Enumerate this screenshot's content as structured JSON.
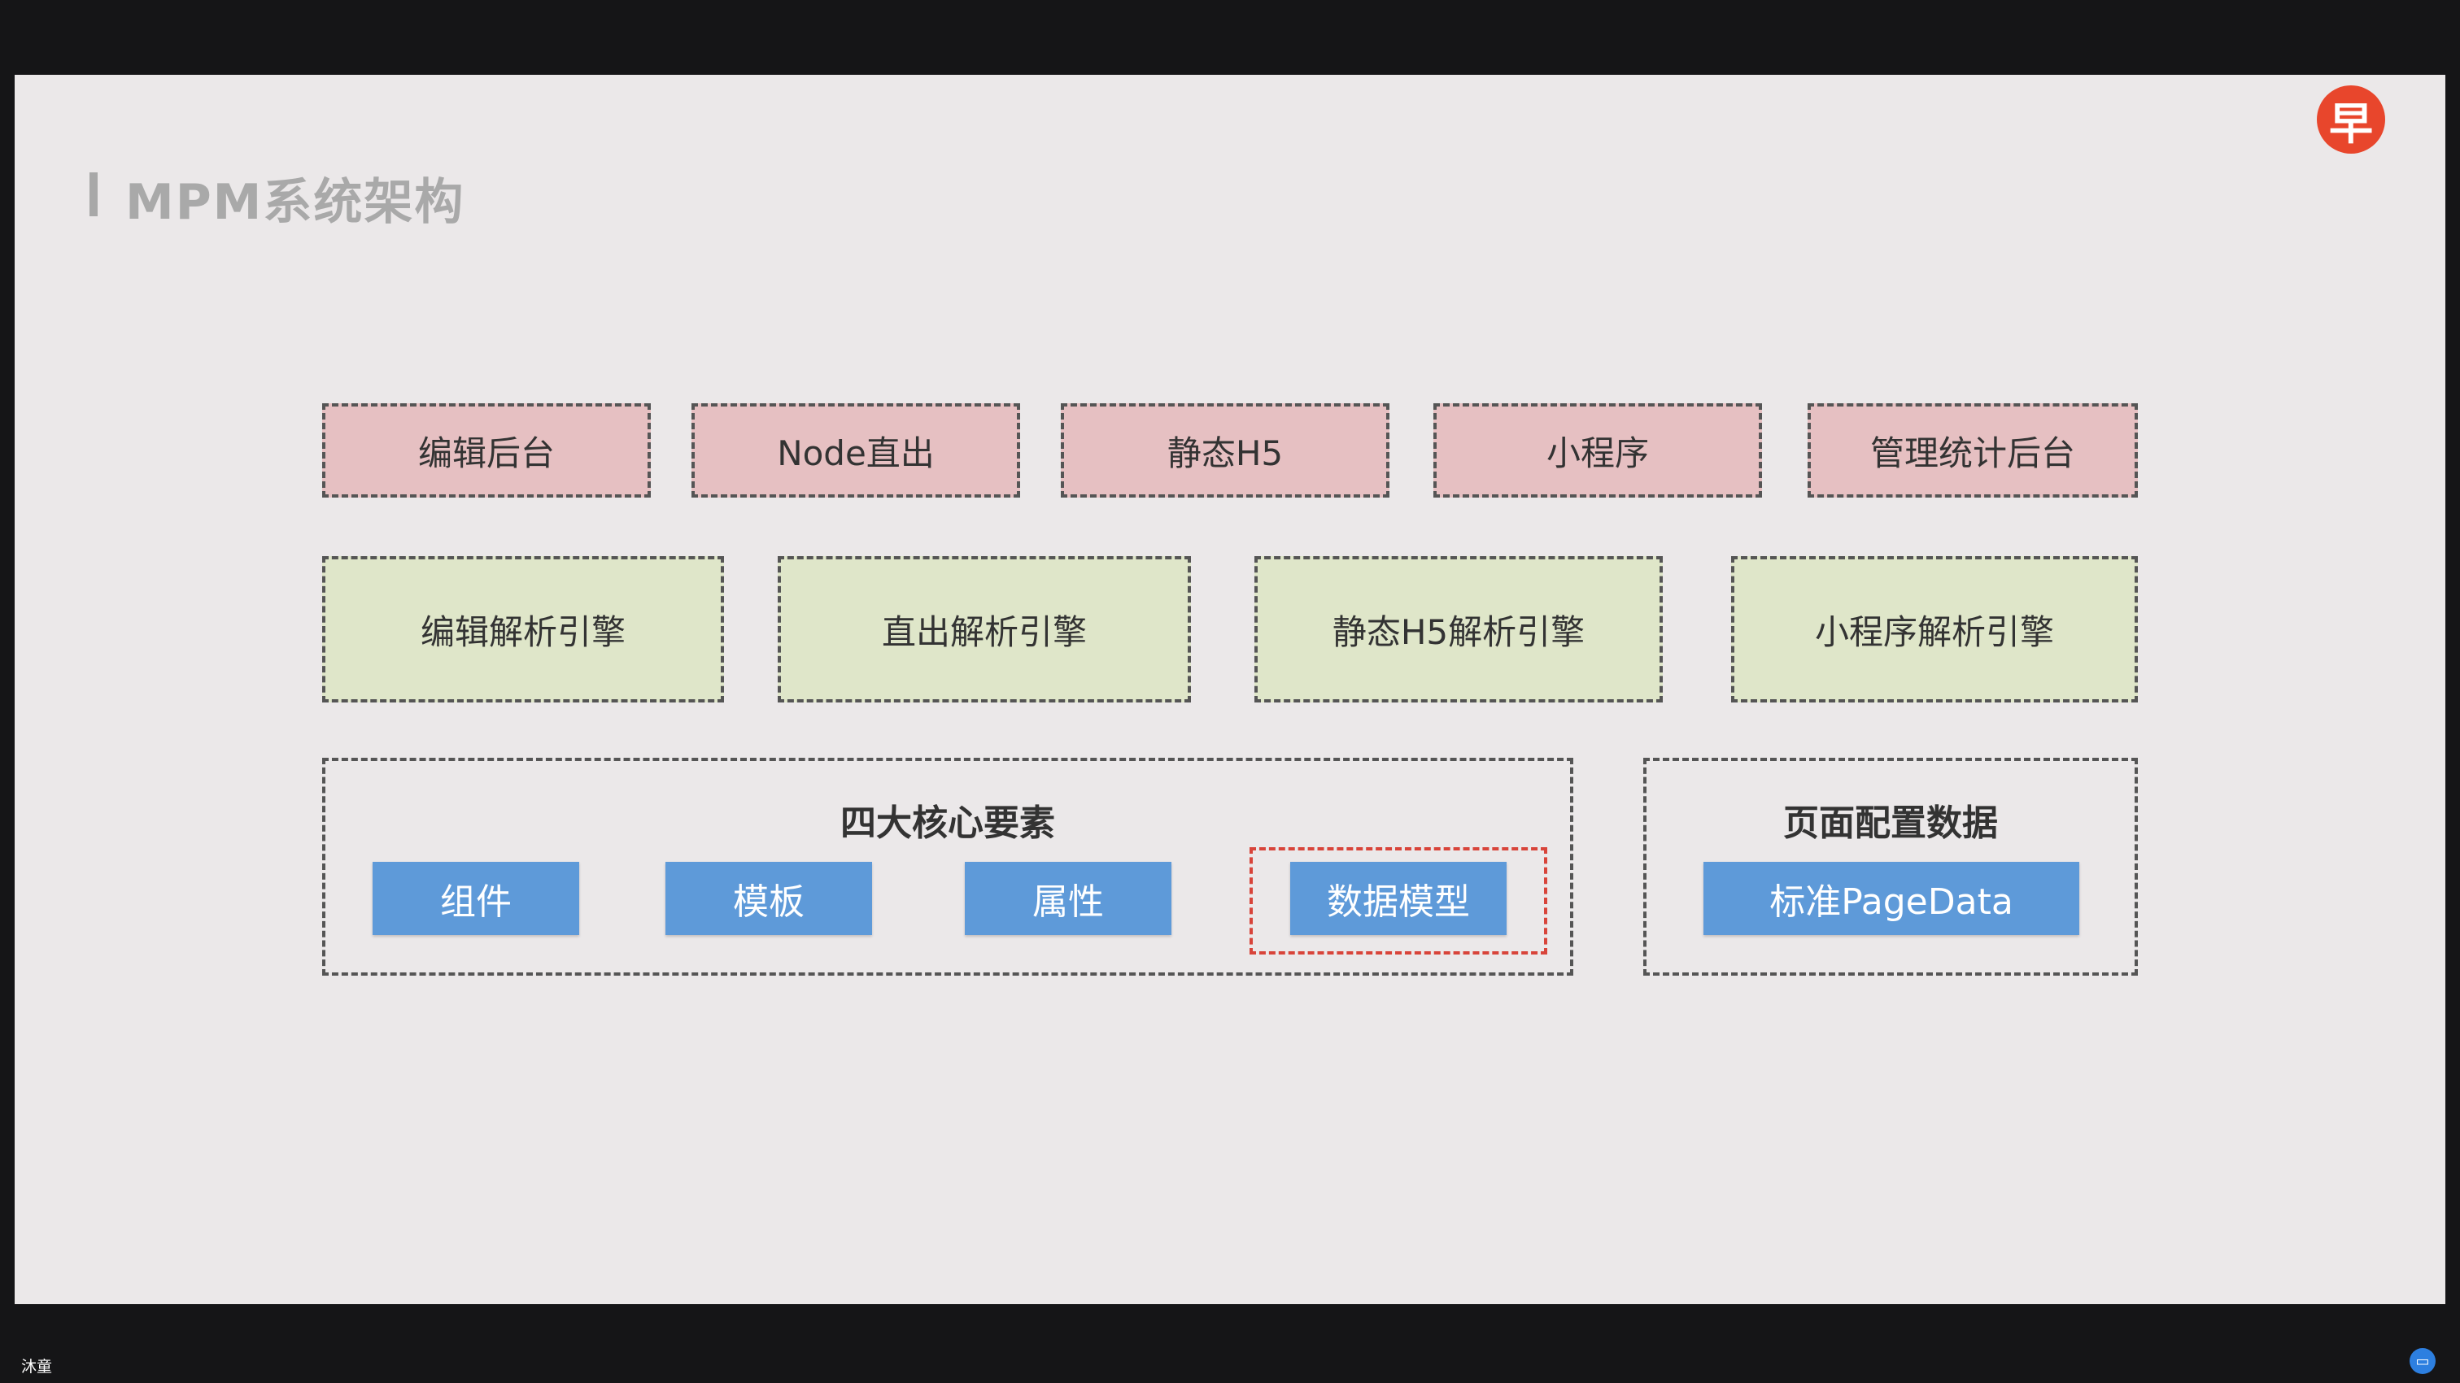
{
  "slide": {
    "title": "MPM系统架构",
    "logo_char": "早"
  },
  "platforms": [
    {
      "label": "编辑后台"
    },
    {
      "label": "Node直出"
    },
    {
      "label": "静态H5"
    },
    {
      "label": "小程序"
    },
    {
      "label": "管理统计后台"
    }
  ],
  "engines": [
    {
      "label": "编辑解析引擎"
    },
    {
      "label": "直出解析引擎"
    },
    {
      "label": "静态H5解析引擎"
    },
    {
      "label": "小程序解析引擎"
    }
  ],
  "core": {
    "title": "四大核心要素",
    "items": [
      {
        "label": "组件"
      },
      {
        "label": "模板"
      },
      {
        "label": "属性"
      },
      {
        "label": "数据模型"
      }
    ]
  },
  "page_config": {
    "title": "页面配置数据",
    "item": "标准PageData"
  },
  "footer": {
    "presenter_name": "沐童",
    "corner_icon": "chat-icon"
  },
  "colors": {
    "platform_fill": "#e6c0c2",
    "engine_fill": "#dfe6c9",
    "chip_fill": "#5e9ad9",
    "highlight_border": "#d8443a",
    "logo_fill": "#e8462c"
  }
}
